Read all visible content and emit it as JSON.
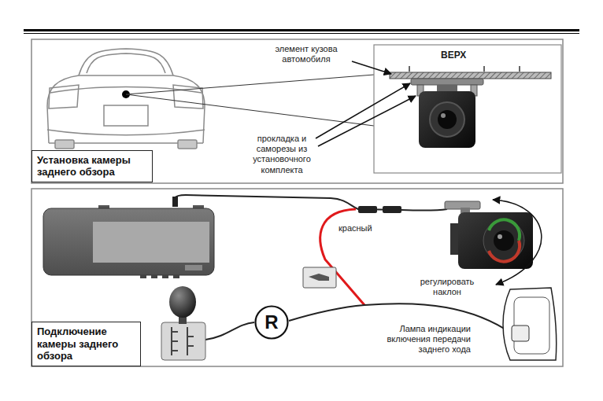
{
  "diagram": {
    "nodes": [
      {
        "text": [
          "Установка камеры заднего обзора"
        ]
      },
      {
        "text": [
          "Подключение камеры заднего обзора"
        ]
      },
      {
        "text": [
          "R"
        ]
      }
    ],
    "labels": [
      "элемент кузова автомобиля",
      "ВЕРХ",
      "прокладка и саморезы из установочного комплекта",
      "красный",
      "регулировать наклон",
      "Лампа индикации включения передачи заднего хода"
    ]
  }
}
